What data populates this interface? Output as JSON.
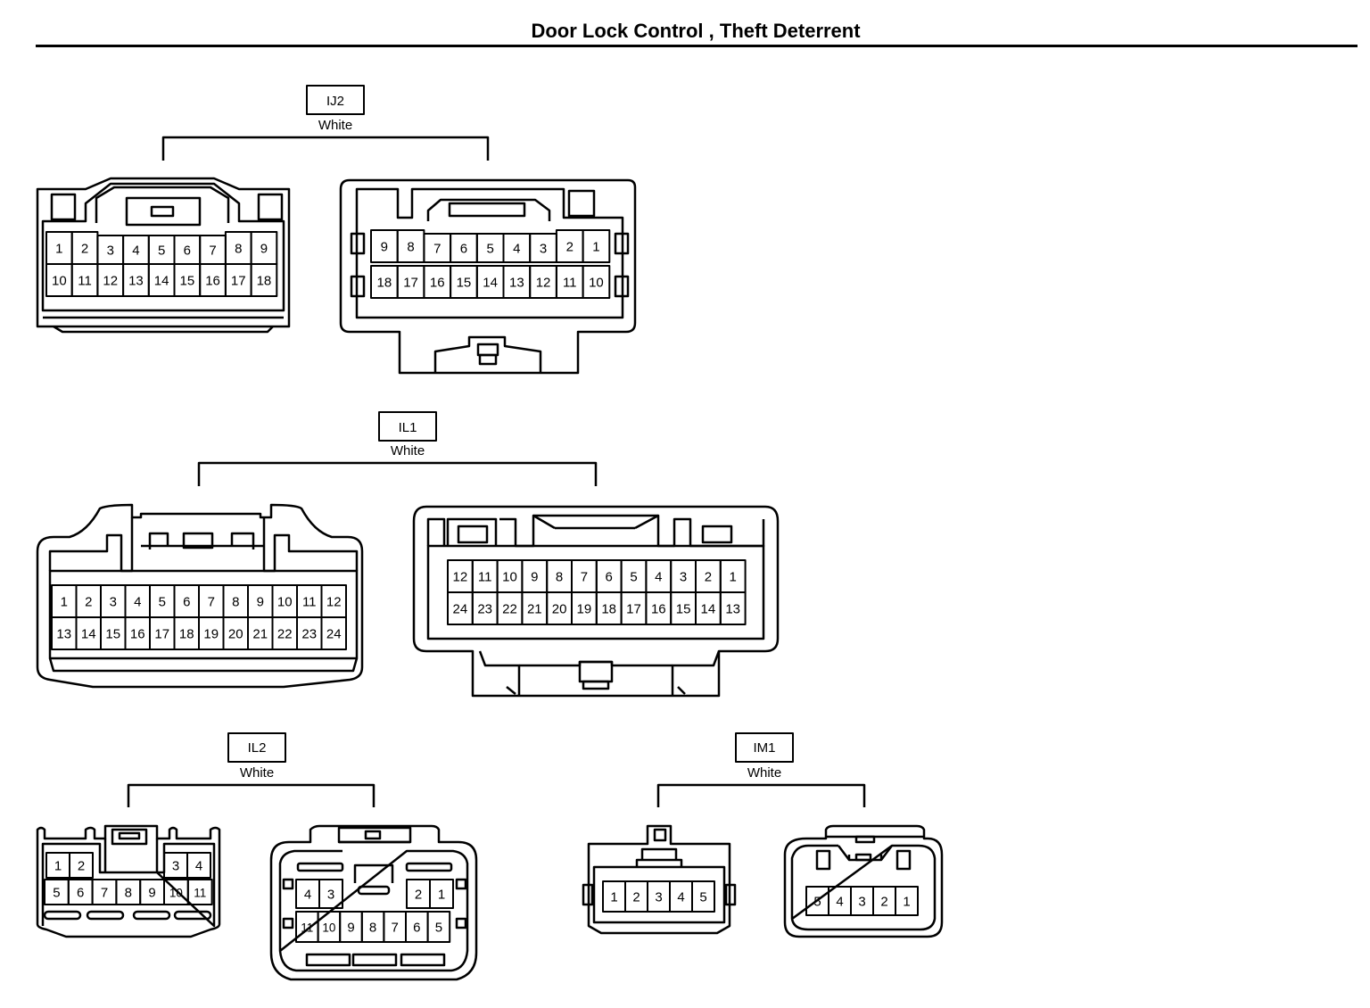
{
  "title": "Door Lock Control , Theft Deterrent",
  "connectors": [
    {
      "id": "IJ2",
      "color": "White",
      "views": [
        {
          "rows": [
            [
              "1",
              "2",
              "3",
              "4",
              "5",
              "6",
              "7",
              "8",
              "9"
            ],
            [
              "10",
              "11",
              "12",
              "13",
              "14",
              "15",
              "16",
              "17",
              "18"
            ]
          ]
        },
        {
          "rows": [
            [
              "9",
              "8",
              "7",
              "6",
              "5",
              "4",
              "3",
              "2",
              "1"
            ],
            [
              "18",
              "17",
              "16",
              "15",
              "14",
              "13",
              "12",
              "11",
              "10"
            ]
          ]
        }
      ]
    },
    {
      "id": "IL1",
      "color": "White",
      "views": [
        {
          "rows": [
            [
              "1",
              "2",
              "3",
              "4",
              "5",
              "6",
              "7",
              "8",
              "9",
              "10",
              "11",
              "12"
            ],
            [
              "13",
              "14",
              "15",
              "16",
              "17",
              "18",
              "19",
              "20",
              "21",
              "22",
              "23",
              "24"
            ]
          ]
        },
        {
          "rows": [
            [
              "12",
              "11",
              "10",
              "9",
              "8",
              "7",
              "6",
              "5",
              "4",
              "3",
              "2",
              "1"
            ],
            [
              "24",
              "23",
              "22",
              "21",
              "20",
              "19",
              "18",
              "17",
              "16",
              "15",
              "14",
              "13"
            ]
          ]
        }
      ]
    },
    {
      "id": "IL2",
      "color": "White",
      "views": [
        {
          "rows": [
            [
              "1",
              "2",
              "3",
              "4"
            ],
            [
              "5",
              "6",
              "7",
              "8",
              "9",
              "10",
              "11"
            ]
          ]
        },
        {
          "rows": [
            [
              "4",
              "3",
              "2",
              "1"
            ],
            [
              "11",
              "10",
              "9",
              "8",
              "7",
              "6",
              "5"
            ]
          ]
        }
      ]
    },
    {
      "id": "IM1",
      "color": "White",
      "views": [
        {
          "rows": [
            [
              "1",
              "2",
              "3",
              "4",
              "5"
            ]
          ]
        },
        {
          "rows": [
            [
              "5",
              "4",
              "3",
              "2",
              "1"
            ]
          ]
        }
      ]
    }
  ]
}
